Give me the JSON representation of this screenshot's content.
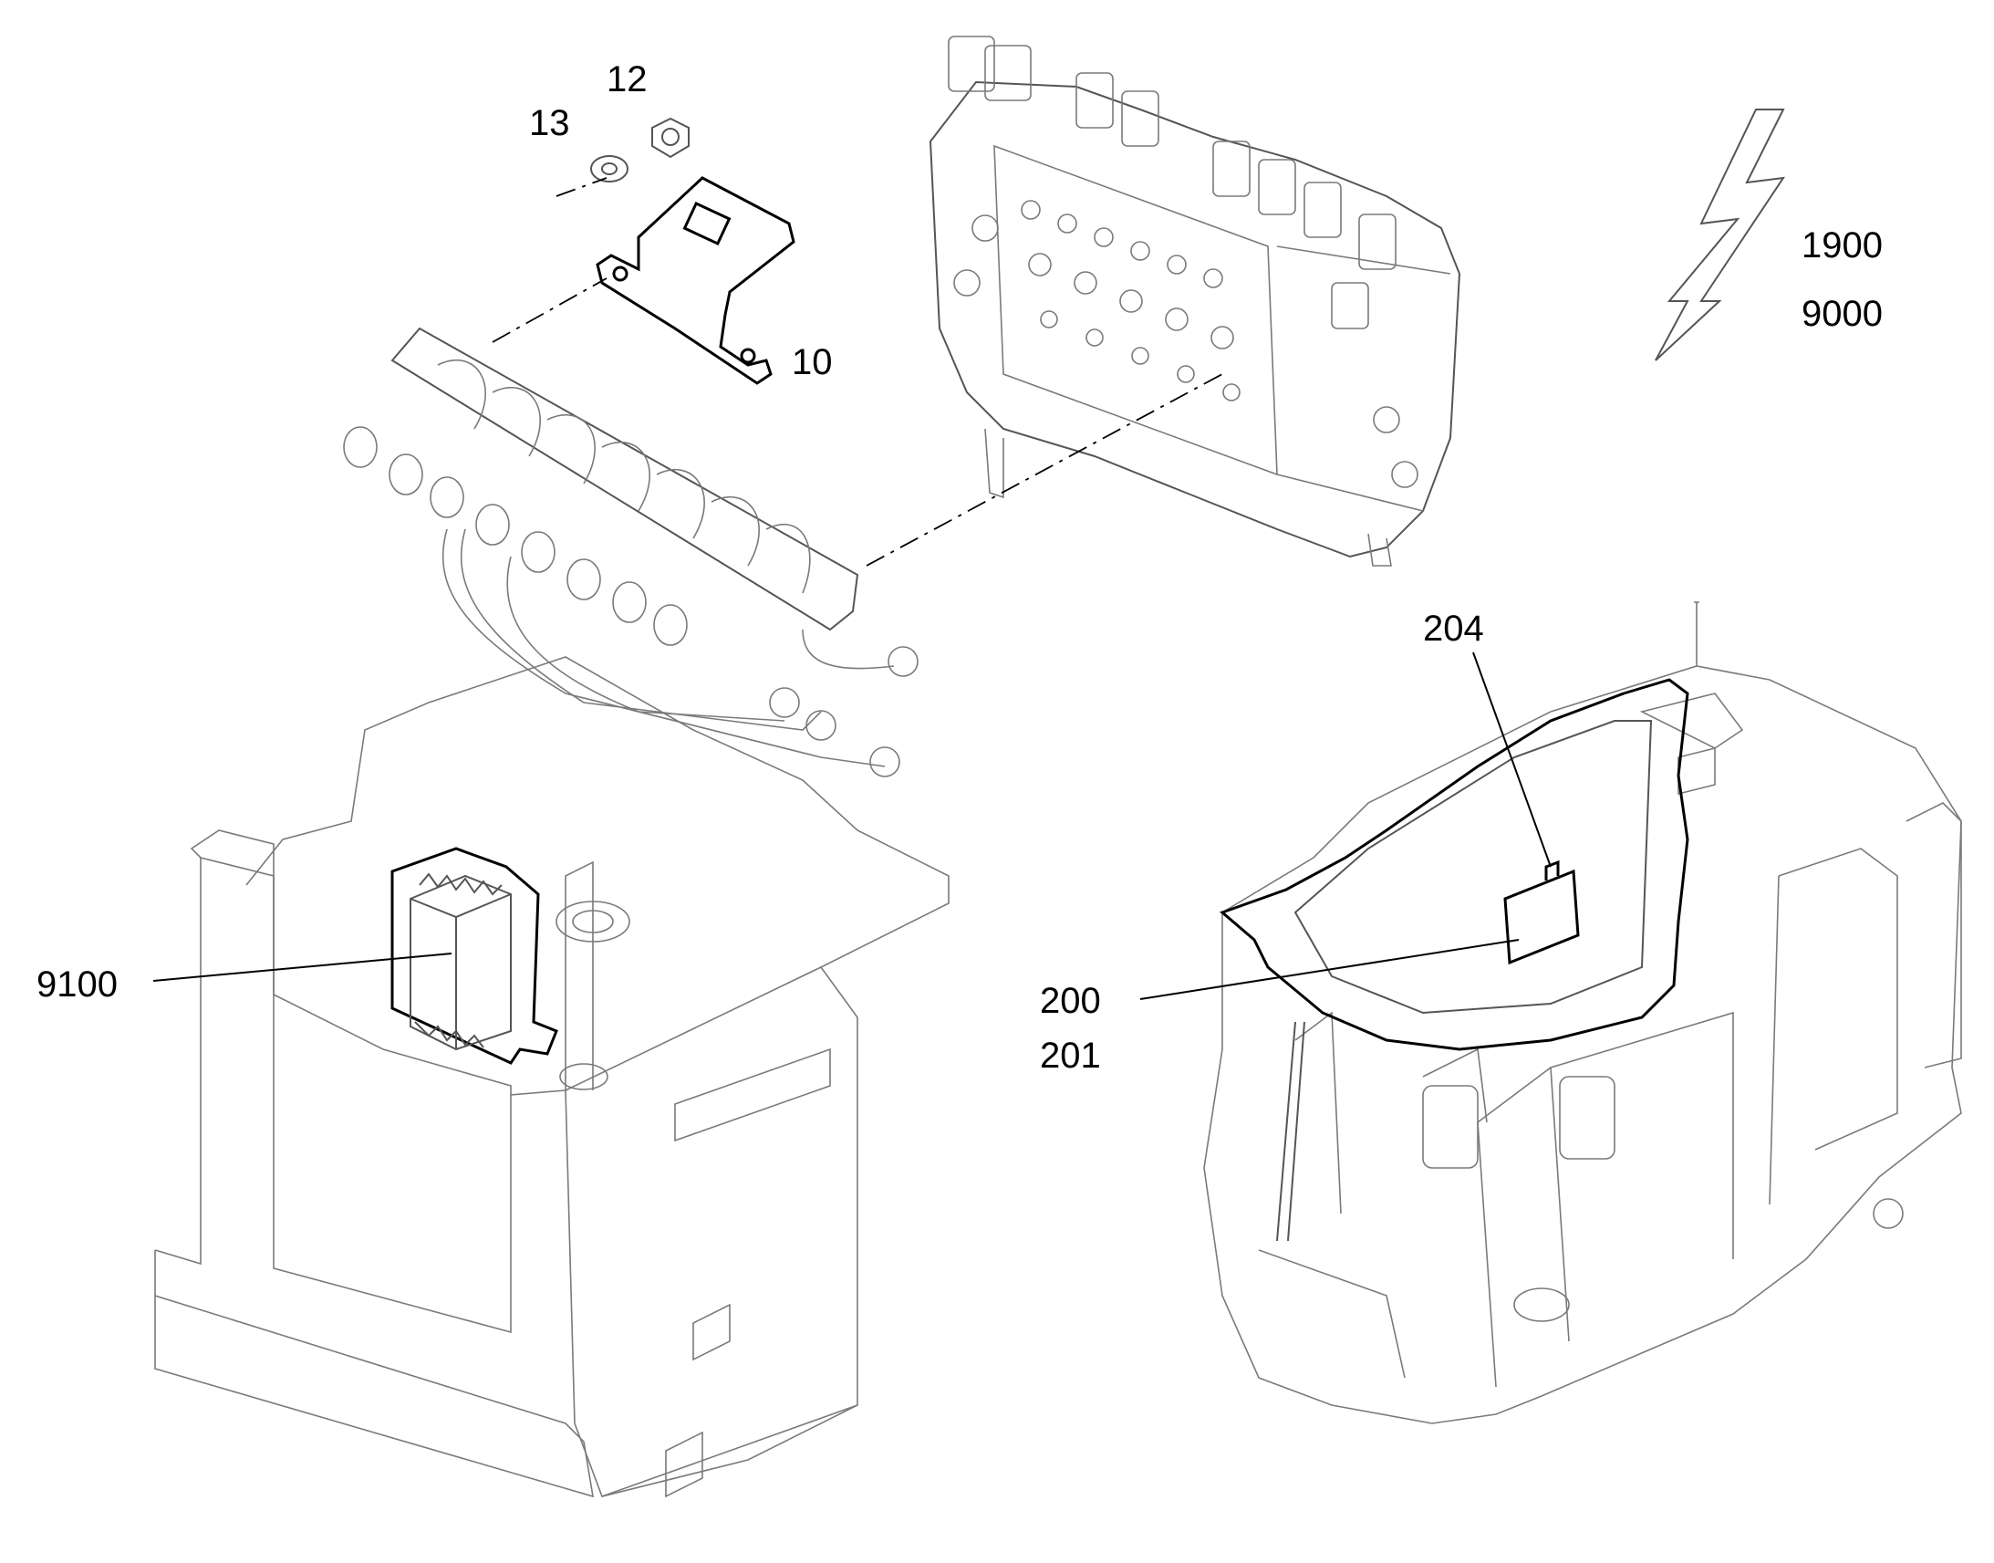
{
  "callouts": {
    "c12": "12",
    "c13": "13",
    "c10": "10",
    "c1900": "1900",
    "c9000": "9000",
    "c204": "204",
    "c200": "200",
    "c201": "201",
    "c9100": "9100"
  },
  "icons": {
    "lightning": "lightning-bolt-icon"
  },
  "colors": {
    "line": "#000000",
    "part_outline": "#7a7a7a",
    "background": "#ffffff"
  }
}
